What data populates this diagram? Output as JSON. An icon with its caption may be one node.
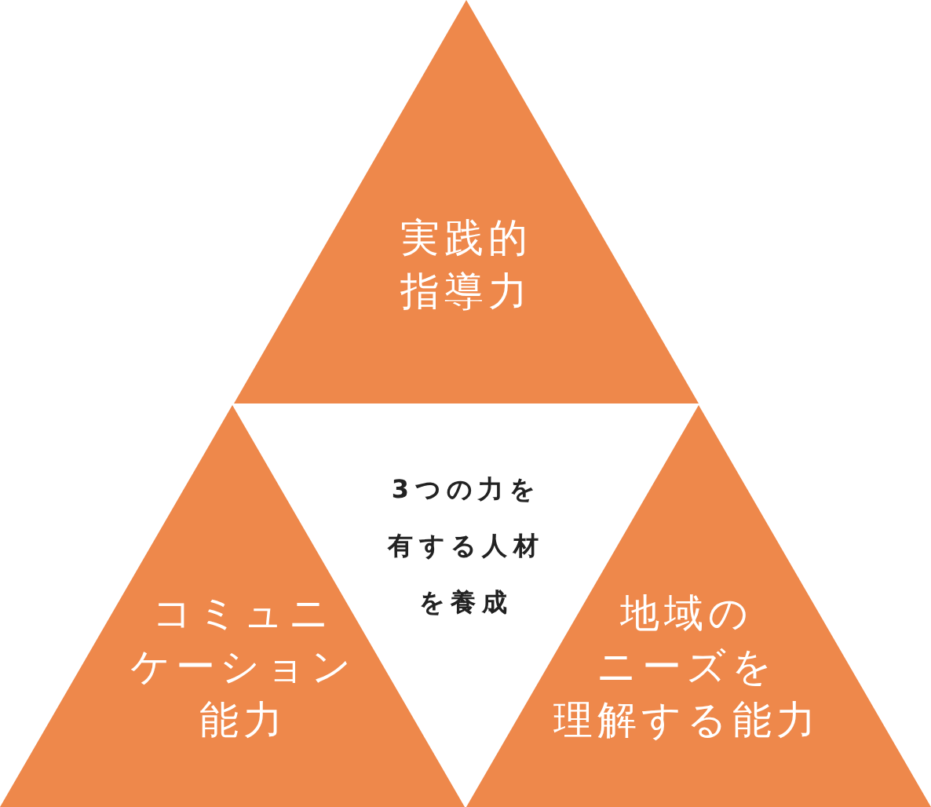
{
  "diagram": {
    "nodes": [
      {
        "text": [
          "実践的指導力"
        ]
      },
      {
        "text": [
          "3つの力を有する人材を養成"
        ]
      },
      {
        "text": [
          "コミュニケーション能力"
        ]
      },
      {
        "text": [
          "地域のニーズを理解する能力"
        ]
      }
    ]
  }
}
